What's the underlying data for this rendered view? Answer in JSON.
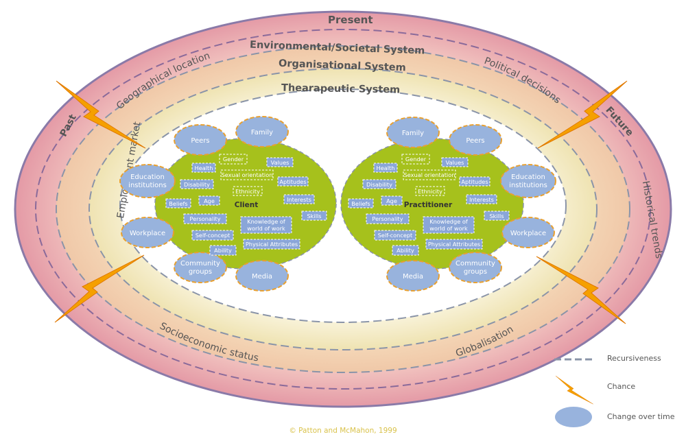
{
  "rings": {
    "present": "Present",
    "environmental": "Environmental/Societal System",
    "organisational": "Organisational System",
    "therapeutic": "Thearapeutic System"
  },
  "time": {
    "past": "Past",
    "future": "Future"
  },
  "influences": {
    "geographical": "Geographical location",
    "political": "Political decisions",
    "employment": "Employment market",
    "historical": "Historical trends",
    "socioeconomic": "Socioeconomic status",
    "globalisation": "Globalisation"
  },
  "client": {
    "core": "Client",
    "attributes": [
      "Gender",
      "Values",
      "Health",
      "Sexual orientation",
      "Disability",
      "Aptitudes",
      "Ethnicity",
      "Beliefs",
      "Age",
      "Interests",
      "Skills",
      "Personality",
      "Knowledge of",
      "world of work",
      "Self-concept",
      "Physical Attributes",
      "Ability"
    ],
    "satellites": [
      "Peers",
      "Family",
      "Education",
      "institutions",
      "Workplace",
      "Community",
      "groups",
      "Media"
    ]
  },
  "practitioner": {
    "core": "Practitioner",
    "attributes": [
      "Gender",
      "Values",
      "Health",
      "Sexual orientation",
      "Disability",
      "Aptitudes",
      "Ethnicity",
      "Beliefs",
      "Age",
      "Interests",
      "Skills",
      "Personality",
      "Knowledge of",
      "world of work",
      "Self-concept",
      "Physical Attributes",
      "Ability"
    ],
    "satellites": [
      "Family",
      "Peers",
      "Education",
      "institutions",
      "Workplace",
      "Community",
      "groups",
      "Media"
    ]
  },
  "legend": {
    "recursiveness": "Recursiveness",
    "chance": "Chance",
    "change": "Change over time"
  },
  "copyright": "© Patton and McMahon, 1999",
  "colors": {
    "outer_ring": "#e8a8b0",
    "outer_border": "#8a7aa8",
    "middle_ring": "#f2d6b2",
    "inner_ring": "#f4efc6",
    "core_fill": "#a6c11c",
    "satellite_fill": "#98b3dd",
    "satellite_border": "#e8a030",
    "attr_fill": "#8aa6d8",
    "lightning": "#f5a000",
    "dash": "#8a94a8"
  }
}
